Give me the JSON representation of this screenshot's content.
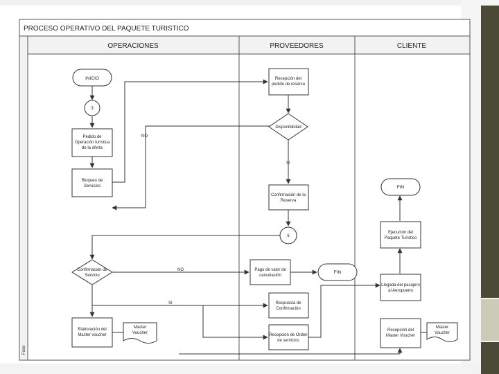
{
  "diagram": {
    "title": "PROCESO OPERATIVO DEL PAQUETE TURISTICO",
    "lanes": [
      "OPERACIONES",
      "PROVEEDORES",
      "CLIENTE"
    ],
    "side_label": "Fase",
    "nodes": {
      "inicio": "INICIO",
      "connector_3": "3",
      "pedido": [
        "Pedido de",
        "Operación turística",
        "de la oferta"
      ],
      "bloqueo": [
        "Bloqueo de",
        "Servicios"
      ],
      "recepcion_pedido": [
        "Recepción del",
        "pedido de reserva"
      ],
      "disponibilidad": "Disponibilidad",
      "confirmacion_reserva": [
        "Confirmación de la",
        "Reserva"
      ],
      "connector_6": "6",
      "confirmacion_servicio": [
        "Confirmación de",
        "Servicio"
      ],
      "pago_valor": [
        "Pago de valor de",
        "cancelación"
      ],
      "fin_mid": "FIN",
      "respuesta_confirmacion": [
        "Respuesta de",
        "Confirmación"
      ],
      "recepcion_orden": [
        "Recepción de Orden",
        "de servicios"
      ],
      "elaboracion_voucher": [
        "Elaboración del",
        "Master voucher"
      ],
      "master_voucher_1": [
        "Master",
        "Voucher"
      ],
      "fin_cliente": "FIN",
      "ejecucion": [
        "Ejecución del",
        "Paquete Turístico"
      ],
      "llegada": [
        "Llegada del pasajero",
        "al Aeropuerto"
      ],
      "recepcion_voucher": [
        "Recepción del",
        "Master Voucher"
      ],
      "master_voucher_2": [
        "Master",
        "Voucher"
      ]
    },
    "edge_labels": {
      "no_disponibilidad": "NO",
      "si_disponibilidad": "SI",
      "no_servicio": "NO",
      "si_servicio": "SI"
    }
  }
}
